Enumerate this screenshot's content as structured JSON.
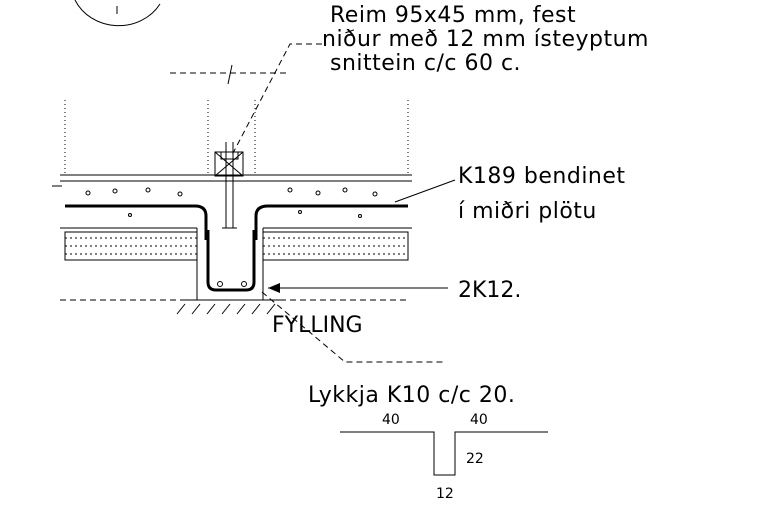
{
  "labels": {
    "reim_line1": "Reim 95x45 mm, fest",
    "reim_line2": "niður með 12 mm ísteyptum",
    "reim_line3": "snittein c/c 60 c.",
    "mesh_line1": "K189 bendinet",
    "mesh_line2": "í miðri plötu",
    "rebar": "2K12.",
    "fill": "FYLLING",
    "loop_title": "Lykkja K10 c/c 20."
  },
  "loop_dimensions": {
    "left_length": "40",
    "right_length": "40",
    "depth": "22",
    "width": "12"
  }
}
